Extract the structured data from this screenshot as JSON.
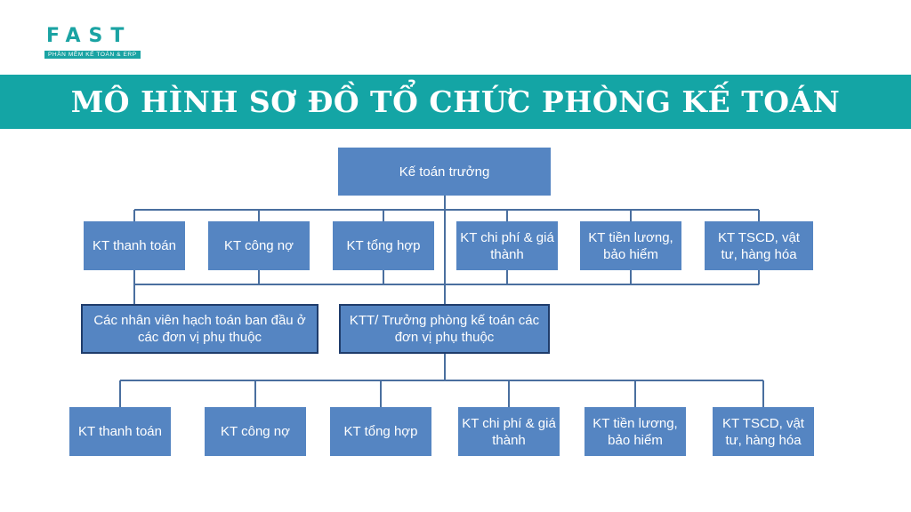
{
  "logo": {
    "wordmark": "FAST",
    "tagline": "PHẦN MỀM KẾ TOÁN & ERP"
  },
  "banner": {
    "title": "MÔ HÌNH SƠ ĐỒ TỔ CHỨC PHÒNG KẾ TOÁN"
  },
  "colors": {
    "banner": "#14a5a5",
    "node": "#5585c2",
    "line": "#4a6f9f"
  },
  "chart": {
    "root": "Kế toán trưởng",
    "level1": [
      "KT thanh toán",
      "KT công nợ",
      "KT tổng hợp",
      "KT chi phí & giá thành",
      "KT tiền lương, bảo hiểm",
      "KT TSCD, vật tư, hàng hóa"
    ],
    "level2": [
      "Các nhân viên hạch toán ban đầu ở các đơn vị phụ thuộc",
      "KTT/ Trưởng phòng kế toán các đơn vị phụ thuộc"
    ],
    "level3": [
      "KT thanh toán",
      "KT công nợ",
      "KT tổng hợp",
      "KT chi phí & giá thành",
      "KT tiền lương, bảo hiểm",
      "KT TSCD, vật tư, hàng hóa"
    ]
  }
}
